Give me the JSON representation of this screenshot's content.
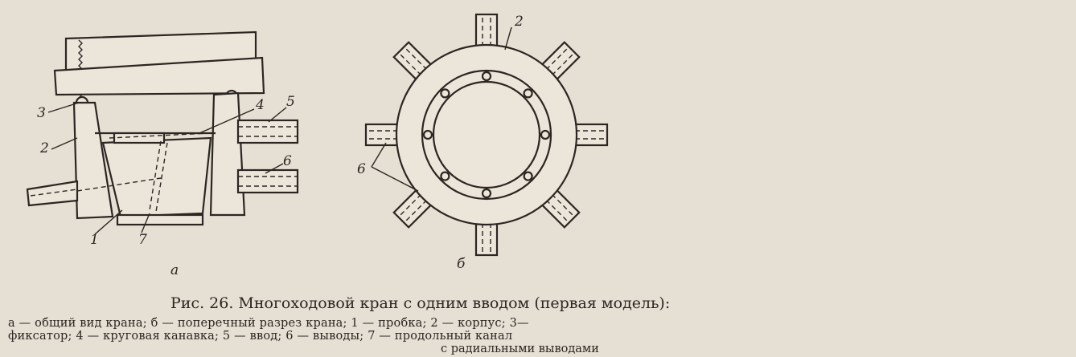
{
  "labels": {
    "a": {
      "n1": "1",
      "n2": "2",
      "n3": "3",
      "n4": "4",
      "n5": "5",
      "n6": "6",
      "n7": "7",
      "view": "а"
    },
    "b": {
      "n2": "2",
      "n6": "6",
      "view": "б"
    }
  },
  "caption": {
    "title": "Рис. 26. Многоходовой кран с одним вводом (первая модель):",
    "line1": "а — общий вид крана; б — поперечный разрез крана; 1 — пробка; 2 — корпус; 3—",
    "line2": "фиксатор; 4 — круговая канавка; 5 — ввод; 6 — выводы; 7 — продольный канал",
    "line3": "с радиальными выводами"
  }
}
